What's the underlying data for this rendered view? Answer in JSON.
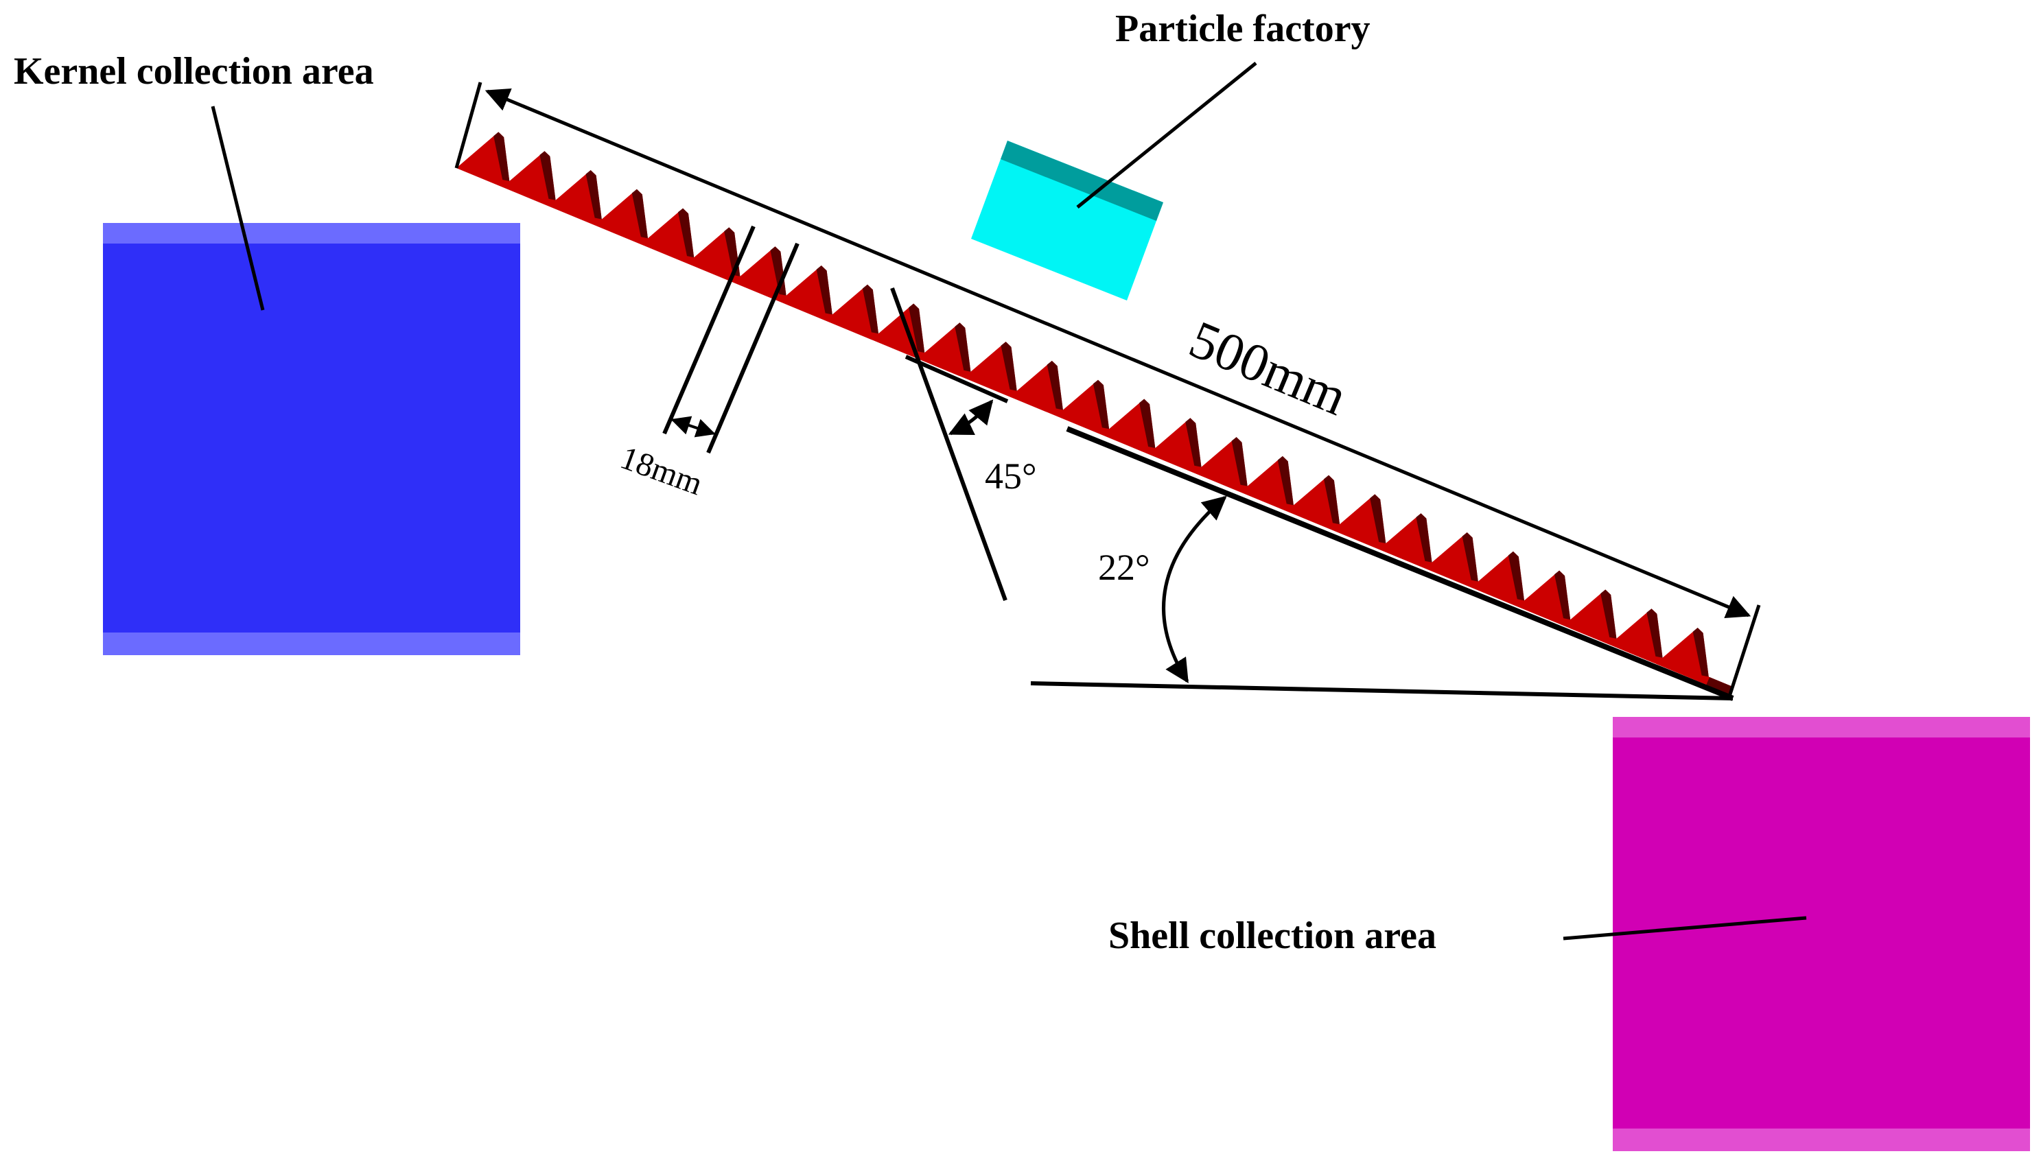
{
  "labels": {
    "kernel_area": "Kernel collection area",
    "particle_factory": "Particle factory",
    "shell_area": "Shell collection area",
    "length": "500mm",
    "pitch": "18mm",
    "tooth_angle": "45°",
    "incline_angle": "22°"
  },
  "geometry": {
    "screen_length_mm": 500,
    "tooth_pitch_mm": 18,
    "tooth_angle_deg": 45,
    "incline_angle_deg": 22
  },
  "colors": {
    "kernel_box": "#2f2ff8",
    "kernel_box_light": "#6b6bff",
    "particle_factory": "#00f5f5",
    "particle_factory_dark": "#009d9d",
    "shell_box": "#d100b4",
    "shell_box_light": "#e24ed1",
    "screen_red": "#cc0000",
    "screen_dark": "#5a0000"
  }
}
